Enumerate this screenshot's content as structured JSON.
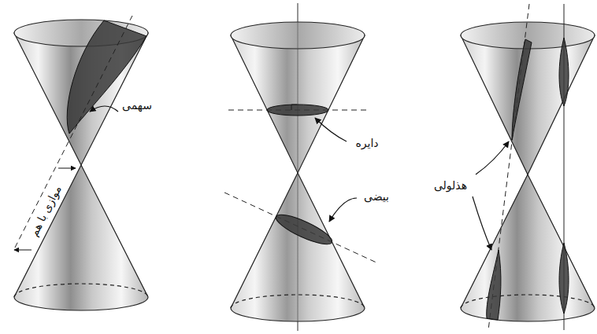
{
  "diagram": {
    "labels": [
      "سهمی",
      "موازی با هم",
      "دایره",
      "بیضی",
      "هذلولی"
    ]
  }
}
